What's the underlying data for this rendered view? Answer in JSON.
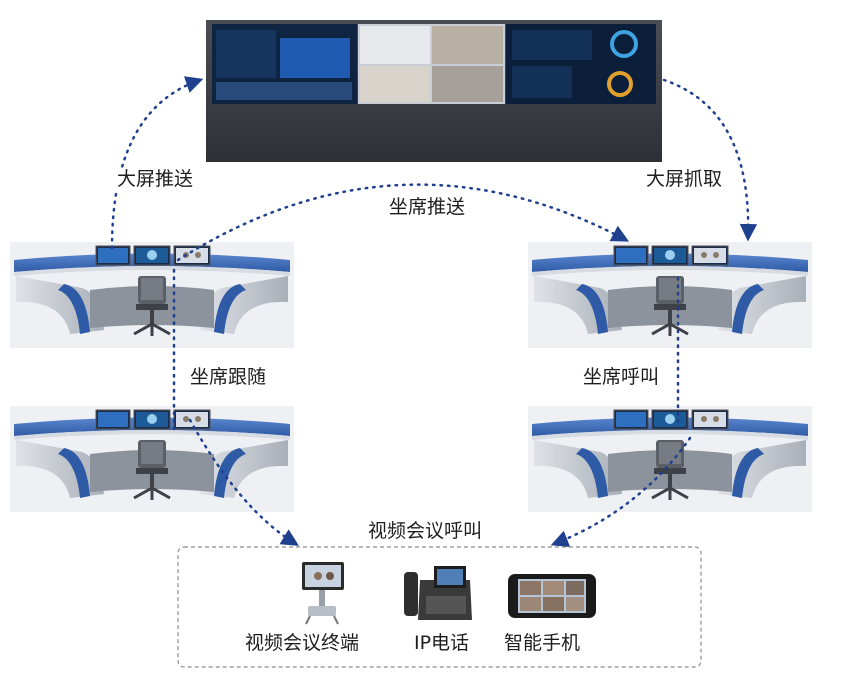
{
  "labels": {
    "big_screen_push": "大屏推送",
    "big_screen_grab": "大屏抓取",
    "seat_push": "坐席推送",
    "seat_follow": "坐席跟随",
    "seat_call": "坐席呼叫",
    "video_conf_call": "视频会议呼叫"
  },
  "devices": [
    {
      "label": "视频会议终端",
      "icon": "video-conference-terminal-icon"
    },
    {
      "label": "IP电话",
      "icon": "ip-phone-icon"
    },
    {
      "label": "智能手机",
      "icon": "smartphone-icon"
    }
  ],
  "colors": {
    "arrow": "#1f3f8f",
    "desk_blue": "#3b67b3",
    "desk_grey": "#b9bec6",
    "wall_frame": "#3a3c42",
    "panel_dark": "#0f2440"
  }
}
